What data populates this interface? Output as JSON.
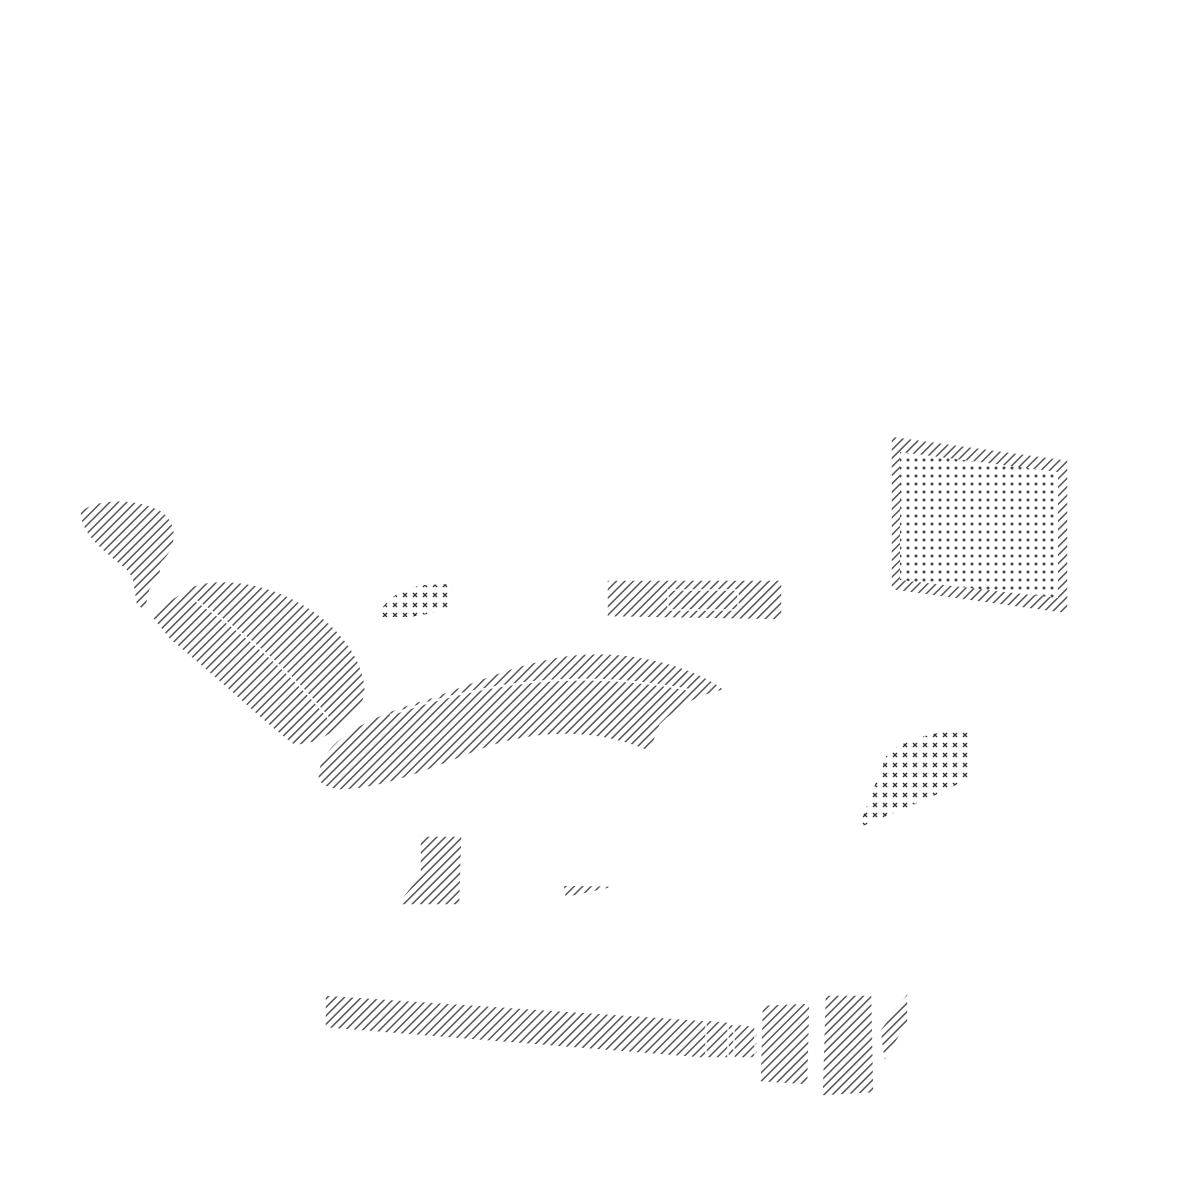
{
  "colors": {
    "background": "#ffffff",
    "hatch": "#555555",
    "dots": "#444444",
    "cross": "#333333",
    "outline": "#ffffff"
  },
  "patterns": {
    "parts": "diagonal-hatch",
    "monitor": "dot-grid",
    "lamp_and_tray": "cross-marks"
  },
  "parts": [
    "headrest",
    "backrest",
    "seat",
    "base-rail",
    "control-panel",
    "monitor",
    "instrument-tray",
    "dental-lamp"
  ]
}
